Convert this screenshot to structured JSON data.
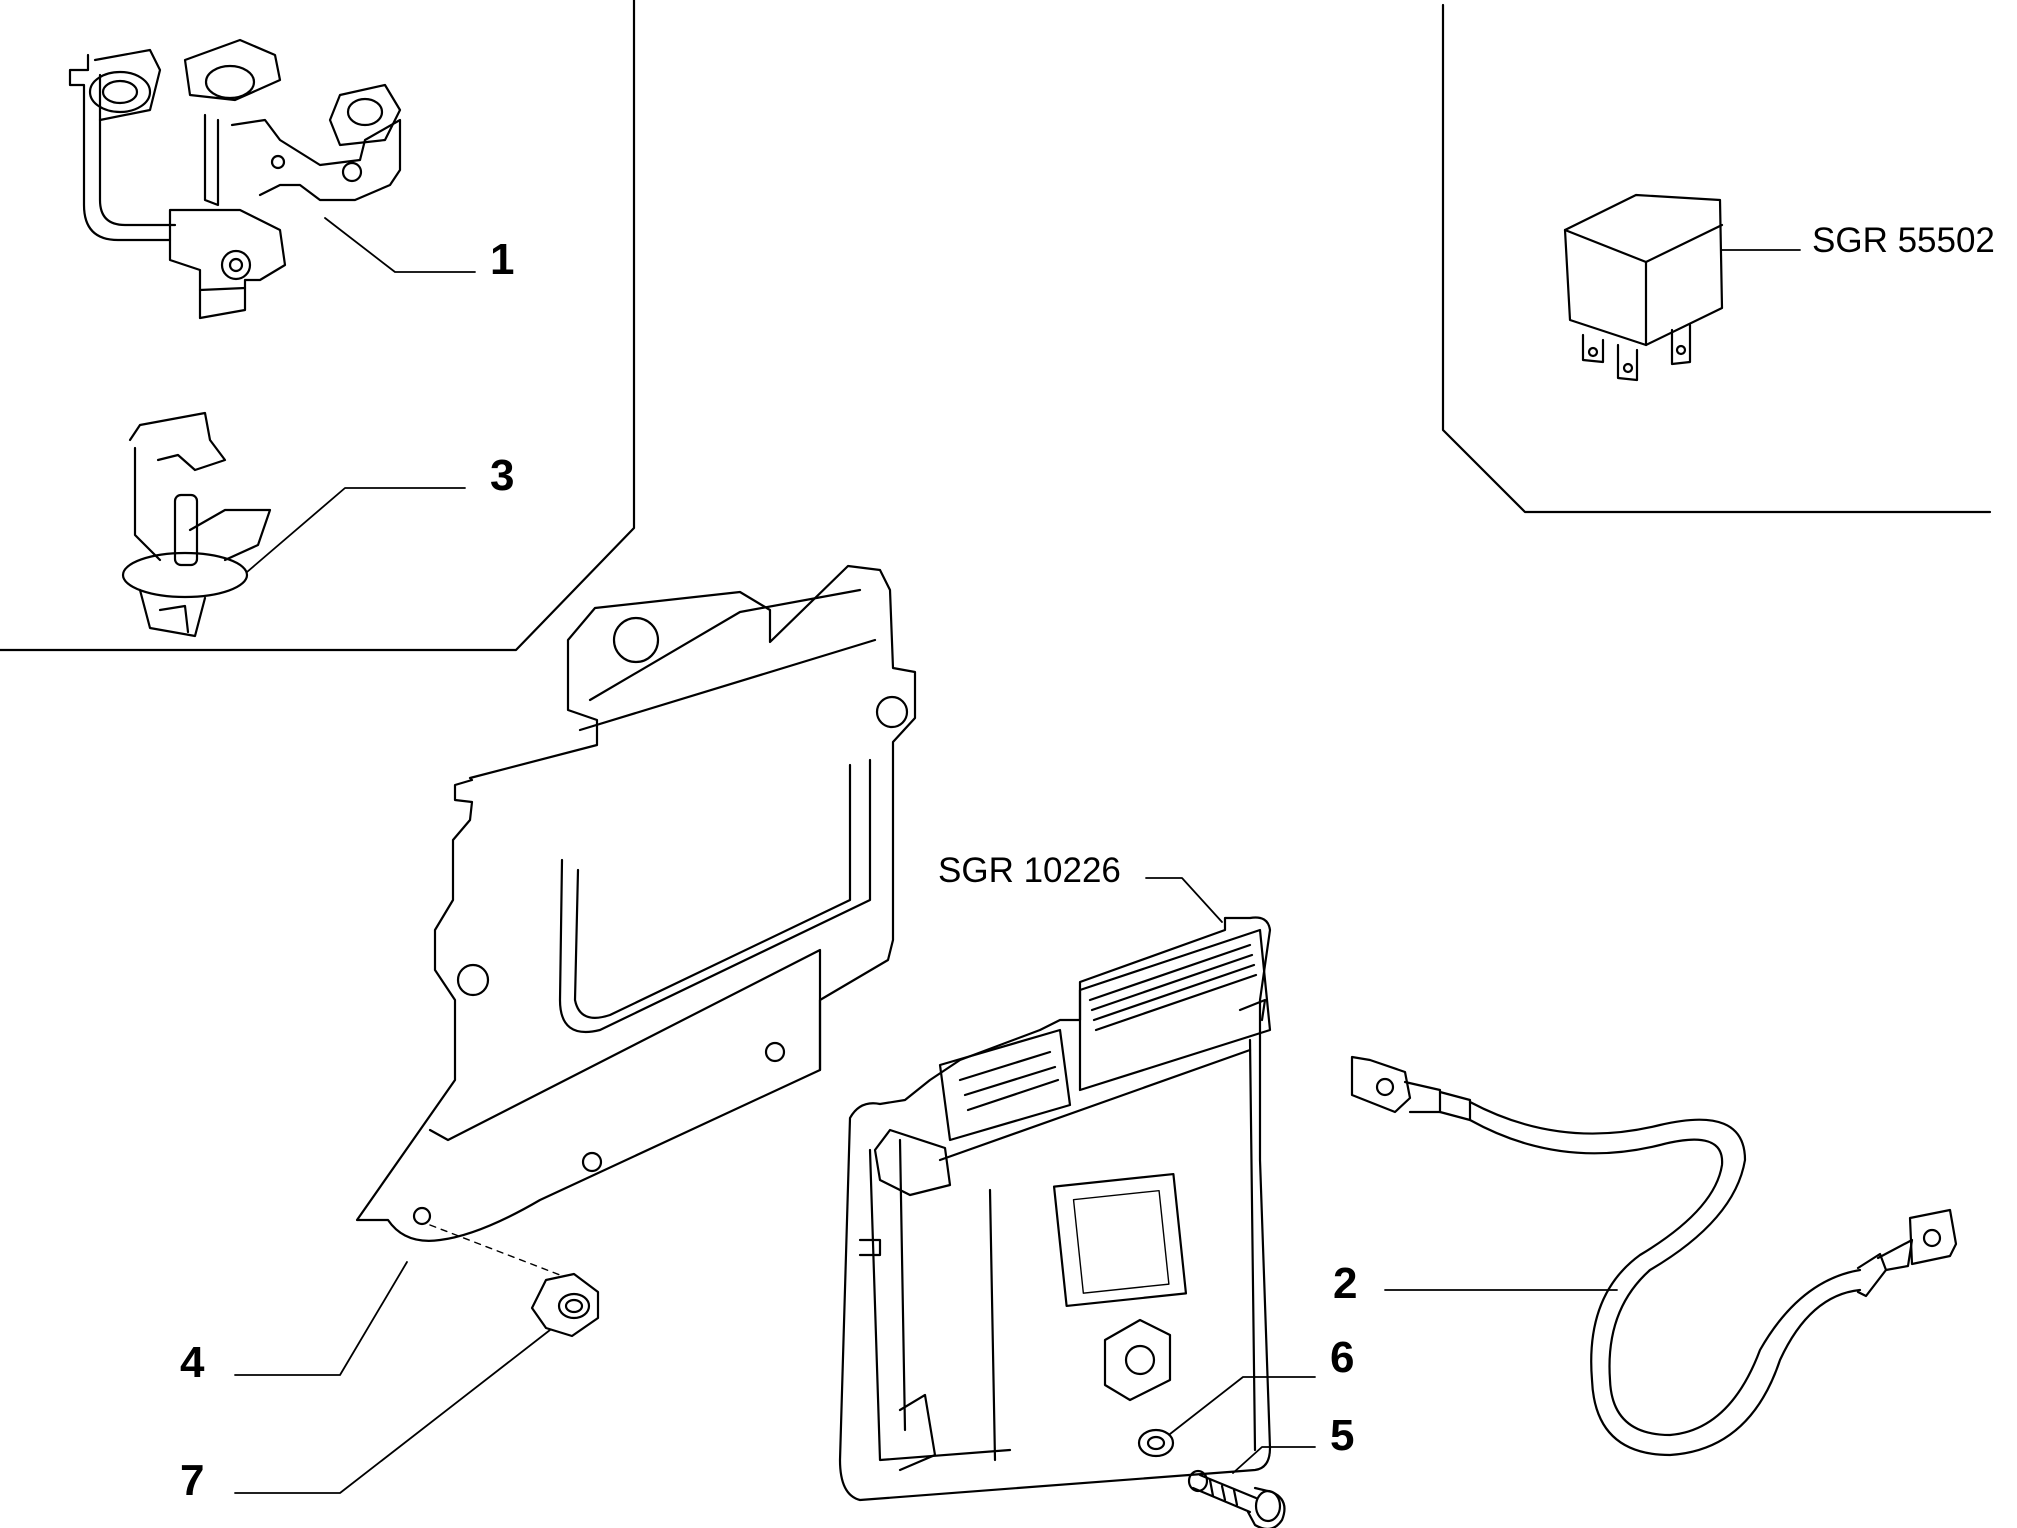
{
  "callouts": {
    "c1": "1",
    "c2": "2",
    "c3": "3",
    "c4": "4",
    "c5": "5",
    "c6": "6",
    "c7": "7"
  },
  "codes": {
    "relay": "SGR 55502",
    "ecu": "SGR 10226"
  }
}
